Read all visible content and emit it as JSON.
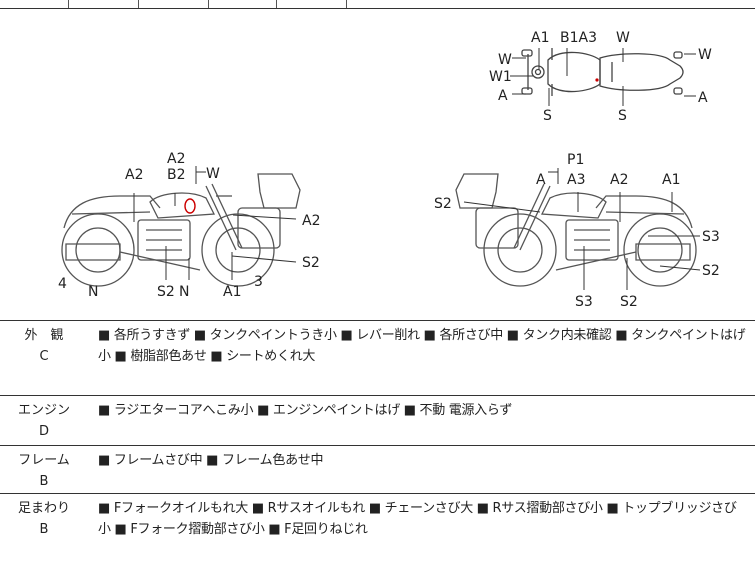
{
  "diagram": {
    "top_view_labels": [
      "A1",
      "B1A3",
      "W",
      "W",
      "W1",
      "A",
      "S",
      "S",
      "W",
      "A"
    ],
    "left_view_labels": [
      "A2",
      "B2",
      "W",
      "A2",
      "A2",
      "S2",
      "4",
      "N",
      "S2",
      "N",
      "A1",
      "3"
    ],
    "right_view_labels": [
      "P1",
      "A",
      "A3",
      "A2",
      "A1",
      "S2",
      "S3",
      "S2",
      "S3",
      "S2"
    ]
  },
  "sections": [
    {
      "name": "外　観",
      "grade": "C",
      "notes": "■ 各所うすきず ■ タンクペイントうき小 ■ レバー削れ ■ 各所さび中 ■ タンク内未確認 ■ タンクペイントはげ小 ■ 樹脂部色あせ ■ シートめくれ大"
    },
    {
      "name": "エンジン",
      "grade": "D",
      "notes": "■ ラジエターコアへこみ小 ■ エンジンペイントはげ ■ 不動 電源入らず"
    },
    {
      "name": "フレーム",
      "grade": "B",
      "notes": "■ フレームさび中 ■ フレーム色あせ中"
    },
    {
      "name": "足まわり",
      "grade": "B",
      "notes": "■ Fフォークオイルもれ大 ■ Rサスオイルもれ ■ チェーンさび大 ■ Rサス摺動部さび小 ■ トップブリッジさび小 ■ Fフォーク摺動部さび小 ■ F足回りねじれ"
    }
  ]
}
